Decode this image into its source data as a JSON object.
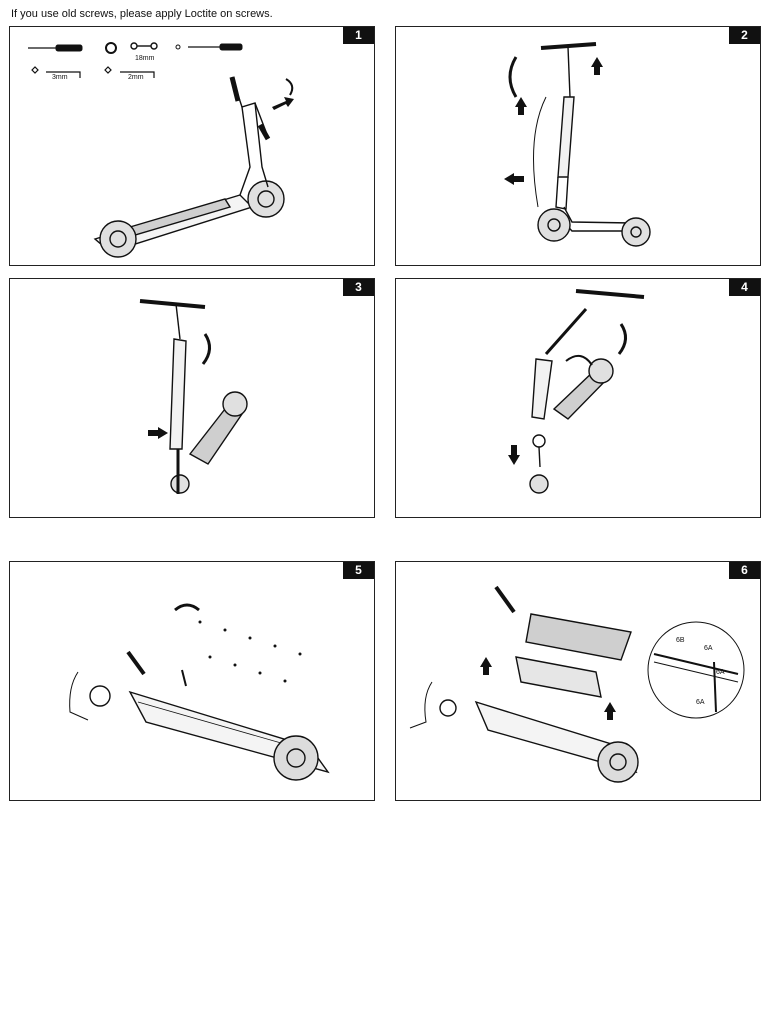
{
  "note": "If you use old screws, please apply Loctite on screws.",
  "steps": [
    {
      "number": "1"
    },
    {
      "number": "2"
    },
    {
      "number": "3"
    },
    {
      "number": "4"
    },
    {
      "number": "5"
    },
    {
      "number": "6"
    }
  ],
  "tools": {
    "wrench_label": "18mm",
    "hex_key_large_label": "3mm",
    "hex_key_small_label": "2mm"
  },
  "detail_labels": {
    "a": "6A",
    "b": "6B",
    "c": "6A",
    "d": "6A"
  }
}
